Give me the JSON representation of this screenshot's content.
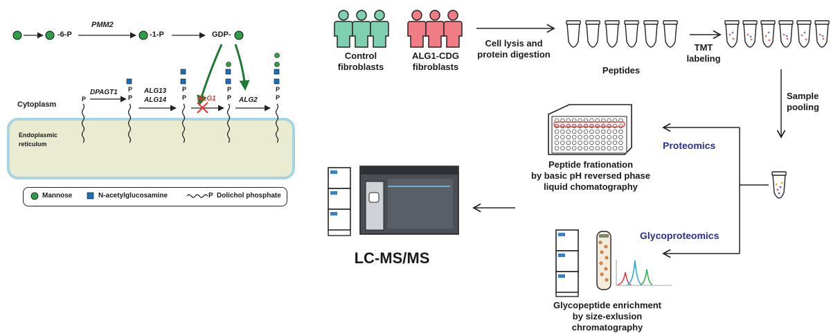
{
  "pathway": {
    "step1": "-6-P",
    "step2": "-1-P",
    "step3": "GDP-",
    "enzyme_pmm2": "PMM2",
    "enzyme_dpagt1": "DPAGT1",
    "enzyme_alg13": "ALG13",
    "enzyme_alg14": "ALG14",
    "enzyme_alg1": "ALG1",
    "enzyme_alg2": "ALG2",
    "p_label": "P",
    "cytoplasm": "Cytoplasm",
    "er_line1": "Endoplasmic",
    "er_line2": "reticulum"
  },
  "legend": {
    "mannose": "Mannose",
    "glcnac": "N-acetylglucosamine",
    "dolichol": "Dolichol phosphate",
    "dolichol_p": "P"
  },
  "workflow": {
    "control_line1": "Control",
    "control_line2": "fibroblasts",
    "alg1_line1": "ALG1-CDG",
    "alg1_line2": "fibroblasts",
    "lysis_line1": "Cell lysis and",
    "lysis_line2": "protein digestion",
    "peptides": "Peptides",
    "tmt_line1": "TMT",
    "tmt_line2": "labeling",
    "pooling_line1": "Sample",
    "pooling_line2": "pooling",
    "proteomics": "Proteomics",
    "glycoproteomics": "Glycoproteomics",
    "frac_line1": "Peptide frationation",
    "frac_line2": "by basic pH reversed phase",
    "frac_line3": "liquid chomatography",
    "glyco_line1": "Glycopeptide enrichment",
    "glyco_line2": "by size-exlusion",
    "glyco_line3": "chromatography",
    "lcms": "LC-MS/MS"
  },
  "colors": {
    "mannose": "#2e9e48",
    "glcnac": "#1f6fb5",
    "control_people": "#7fd0b0",
    "patient_people": "#f07c86",
    "arrow_green": "#1d7a34",
    "er_fill": "#e9ecd0",
    "er_border": "#a8d3e0",
    "section_blue": "#2b2f8f",
    "alg1_red": "#e53935"
  }
}
